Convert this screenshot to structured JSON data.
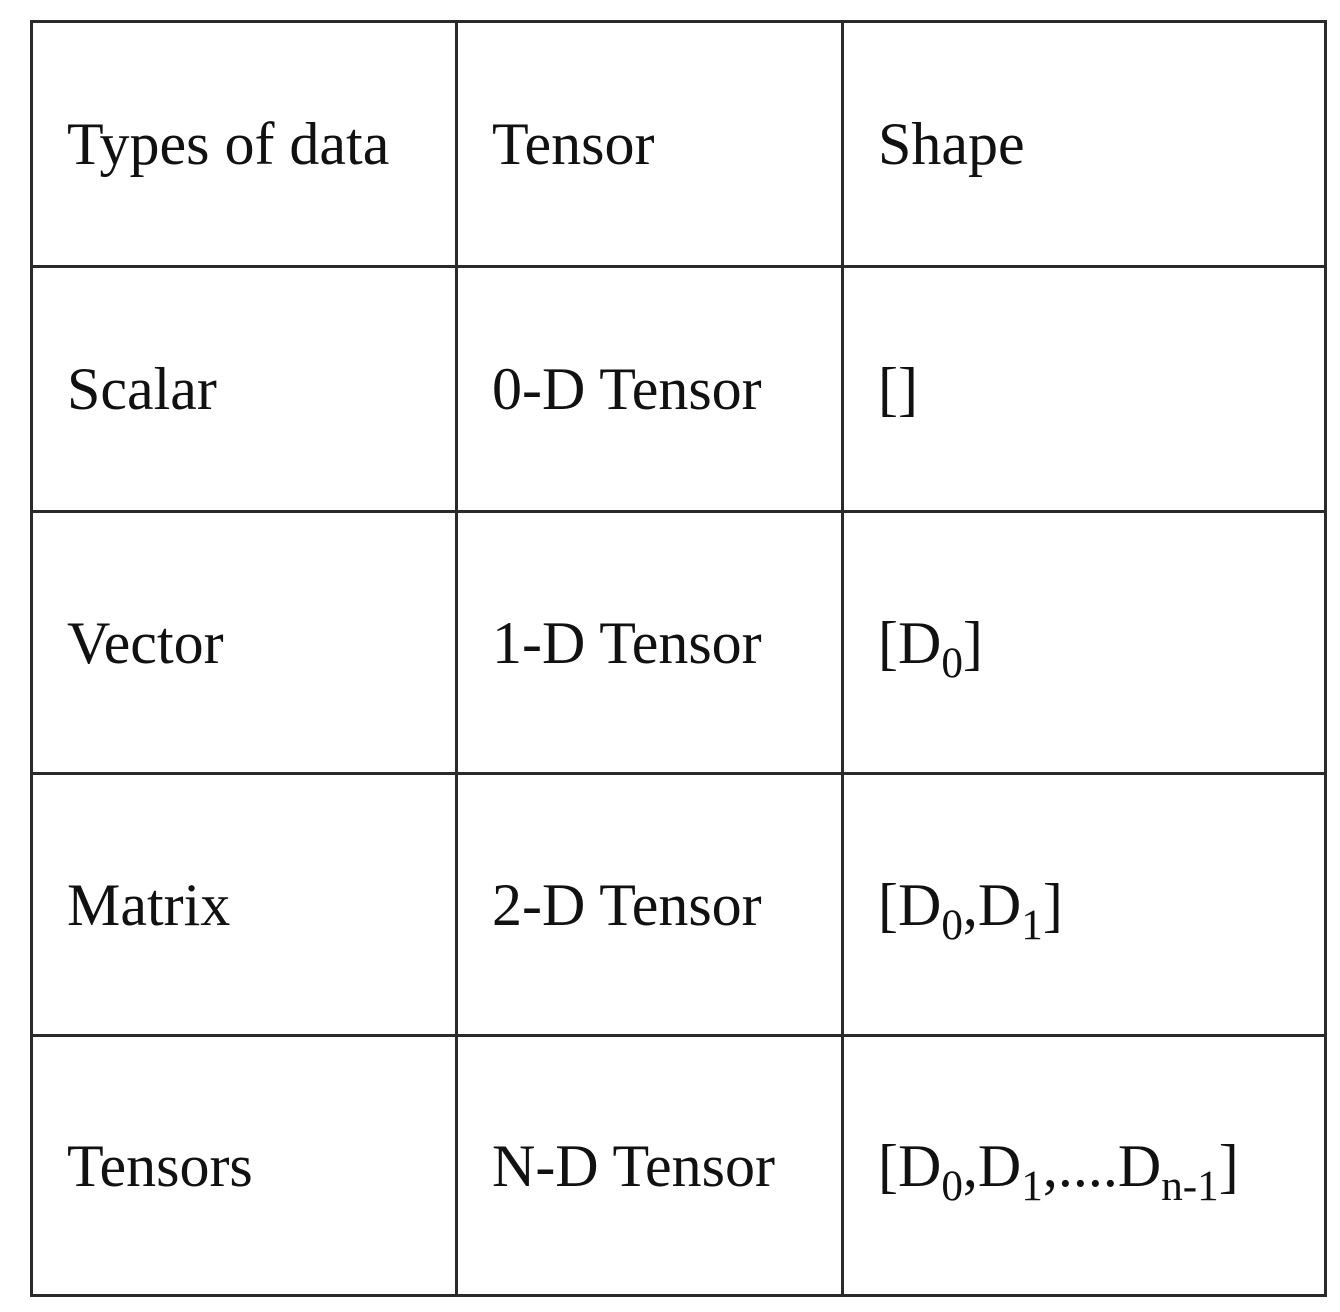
{
  "table": {
    "headers": [
      "Types of data",
      "Tensor",
      "Shape"
    ],
    "rows": [
      {
        "type": "Scalar",
        "tensor": "0-D Tensor",
        "shape": [
          {
            "t": "[]"
          }
        ]
      },
      {
        "type": "Vector",
        "tensor": "1-D Tensor",
        "shape": [
          {
            "t": "[D"
          },
          {
            "s": "0"
          },
          {
            "t": "]"
          }
        ]
      },
      {
        "type": "Matrix",
        "tensor": "2-D Tensor",
        "shape": [
          {
            "t": "[D"
          },
          {
            "s": "0"
          },
          {
            "t": ",D"
          },
          {
            "s": "1"
          },
          {
            "t": "]"
          }
        ]
      },
      {
        "type": "Tensors",
        "tensor": "N-D Tensor",
        "shape": [
          {
            "t": "[D"
          },
          {
            "s": "0"
          },
          {
            "t": ",D"
          },
          {
            "s": "1"
          },
          {
            "t": ",....D"
          },
          {
            "s": "n-1"
          },
          {
            "t": "]"
          }
        ]
      }
    ]
  }
}
